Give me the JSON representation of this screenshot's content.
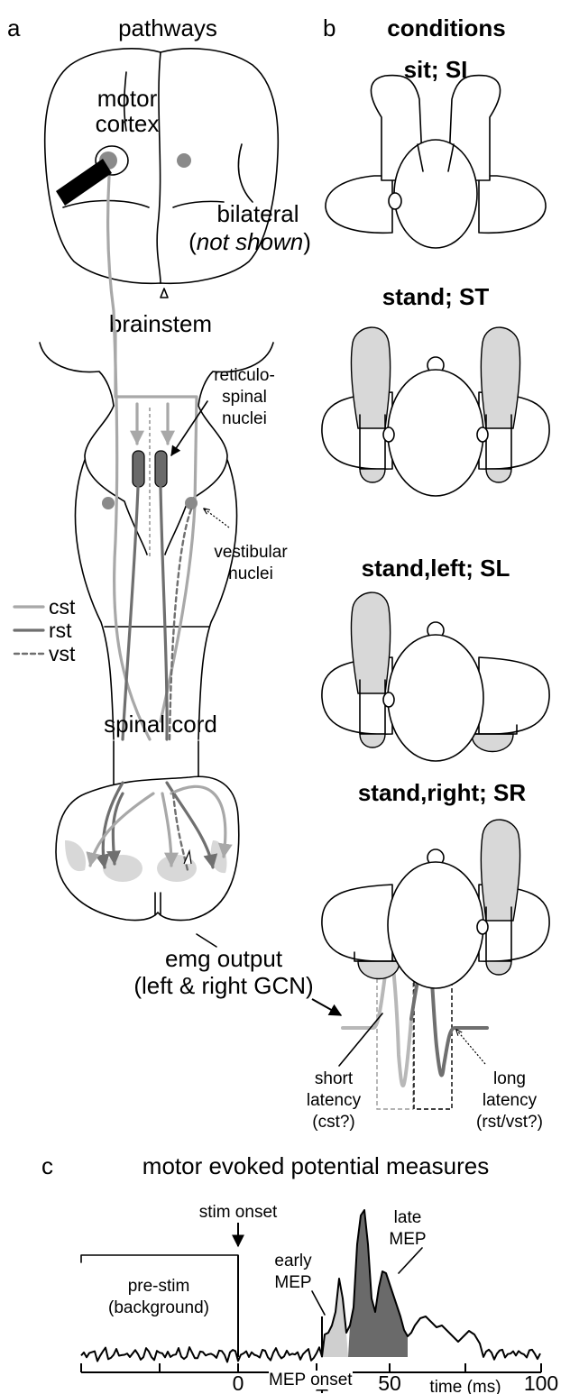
{
  "panel_a": {
    "letter": "a",
    "title": "pathways",
    "motor_cortex": [
      "motor",
      "cortex"
    ],
    "bilateral": "bilateral",
    "not_shown_open": "(",
    "not_shown": "not shown",
    "not_shown_close": ")",
    "brainstem": "brainstem",
    "reticulospinal": [
      "reticulo-",
      "spinal",
      "nuclei"
    ],
    "vestibular": [
      "vestibular",
      "nuclei"
    ],
    "legend": [
      "cst",
      "rst",
      "vst"
    ],
    "spinal_cord": "spinal cord",
    "emg_output": [
      "emg output",
      "(left & right GCN)"
    ],
    "short_latency": [
      "short",
      "latency",
      "(cst?)"
    ],
    "long_latency": [
      "long",
      "latency",
      "(rst/vst?)"
    ]
  },
  "panel_b": {
    "letter": "b",
    "title": "conditions",
    "conditions": [
      "sit; SI",
      "stand; ST",
      "stand,left; SL",
      "stand,right; SR"
    ]
  },
  "panel_c": {
    "letter": "c",
    "title": "motor evoked potential measures",
    "stim_onset": "stim onset",
    "pre_stim": [
      "pre-stim",
      "(background)"
    ],
    "early_mep": [
      "early",
      "MEP"
    ],
    "late_mep": [
      "late",
      "MEP"
    ],
    "mep_onset": "MEP onset",
    "x_ticks": [
      "0",
      "50",
      "100"
    ],
    "x_label": "time (ms)"
  },
  "colors": {
    "cst": "#a8a8a8",
    "rst": "#6f6f6f",
    "vst": "#6f6f6f",
    "early_mep_fill": "#cfcfcf",
    "late_mep_fill": "#6a6a6a"
  }
}
